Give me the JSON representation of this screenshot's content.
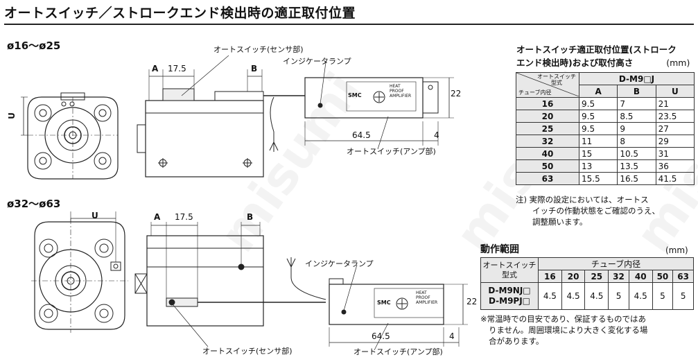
{
  "title": "オートスイッチ／ストロークエンド検出時の適正取付位置",
  "section1": {
    "label": "ø16～ø25",
    "dim_A": "A",
    "dim_B": "B",
    "dim_175": "17.5",
    "dim_U": "U",
    "dim_645": "64.5",
    "dim_4": "4",
    "dim_22": "22",
    "callout_sensor": "オートスイッチ(センサ部)",
    "callout_lamp": "インジケータランプ",
    "callout_amp": "オートスイッチ(アンプ部)"
  },
  "section2": {
    "label": "ø32～ø63",
    "dim_A": "A",
    "dim_B": "B",
    "dim_175": "17.5",
    "dim_U": "U",
    "dim_645": "64.5",
    "dim_4": "4",
    "dim_22": "22",
    "callout_sensor": "オートスイッチ(センサ部)",
    "callout_lamp": "インジケータランプ",
    "callout_amp": "オートスイッチ(アンプ部)"
  },
  "device_text": {
    "brand": "SMC",
    "side_text": "HEAT PROOF AMPLIFIER"
  },
  "position_table": {
    "title_line1": "オートスイッチ適正取付位置(ストローク",
    "title_line2": "エンド検出時)および取付高さ",
    "unit": "(mm)",
    "corner_top": "オートスイッチ",
    "corner_top2": "型式",
    "corner_bottom": "チューブ内径",
    "model": "D-M9□J",
    "cols": [
      "A",
      "B",
      "U"
    ],
    "rows": [
      {
        "bore": "16",
        "A": "9.5",
        "B": "7",
        "U": "21"
      },
      {
        "bore": "20",
        "A": "9.5",
        "B": "8.5",
        "U": "23.5"
      },
      {
        "bore": "25",
        "A": "9.5",
        "B": "9",
        "U": "27"
      },
      {
        "bore": "32",
        "A": "11",
        "B": "8",
        "U": "29"
      },
      {
        "bore": "40",
        "A": "15",
        "B": "10.5",
        "U": "31"
      },
      {
        "bore": "50",
        "A": "13",
        "B": "13.5",
        "U": "36"
      },
      {
        "bore": "63",
        "A": "15.5",
        "B": "16.5",
        "U": "41.5"
      }
    ],
    "note_prefix": "注)",
    "note_line1": "実際の設定においては、オートス",
    "note_line2": "イッチの作動状態をご確認のうえ、",
    "note_line3": "調整願います。"
  },
  "range_table": {
    "title": "動作範囲",
    "unit": "(mm)",
    "hdr_switch": "オートスイッチ",
    "hdr_model": "型式",
    "hdr_bore": "チューブ内径",
    "bores": [
      "16",
      "20",
      "25",
      "32",
      "40",
      "50",
      "63"
    ],
    "model_line1": "D-M9NJ□",
    "model_line2": "D-M9PJ□",
    "values": [
      "4.5",
      "4.5",
      "4.5",
      "5",
      "4.5",
      "5",
      "5"
    ],
    "note_line1": "※常温時での目安であり、保証するものではあ",
    "note_line2": "りません。周囲環境により大きく変化する場",
    "note_line3": "合があります。"
  },
  "watermark": "misumi"
}
